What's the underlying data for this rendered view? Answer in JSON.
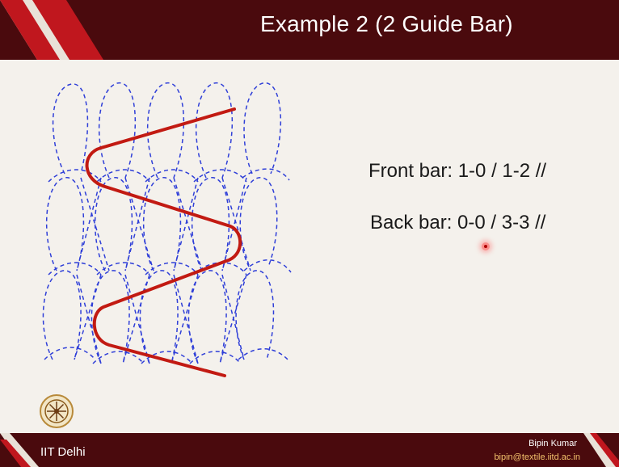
{
  "slide": {
    "title": "Example 2 (2 Guide Bar)",
    "front_bar": "Front bar: 1-0 / 1-2 //",
    "back_bar": "Back bar: 0-0 / 3-3 //"
  },
  "footer": {
    "institute": "IIT Delhi",
    "author": "Bipin Kumar",
    "email": "bipin@textile.iitd.ac.in"
  },
  "colors": {
    "header_bg": "#4a0a0d",
    "accent_red": "#c0171e",
    "loop_blue": "#2f3fd8",
    "lapping_red": "#c21a12",
    "slide_bg": "#f4f1ec"
  },
  "icons": {
    "logo": "nptel-logo-icon",
    "pointer": "laser-pointer-icon"
  }
}
